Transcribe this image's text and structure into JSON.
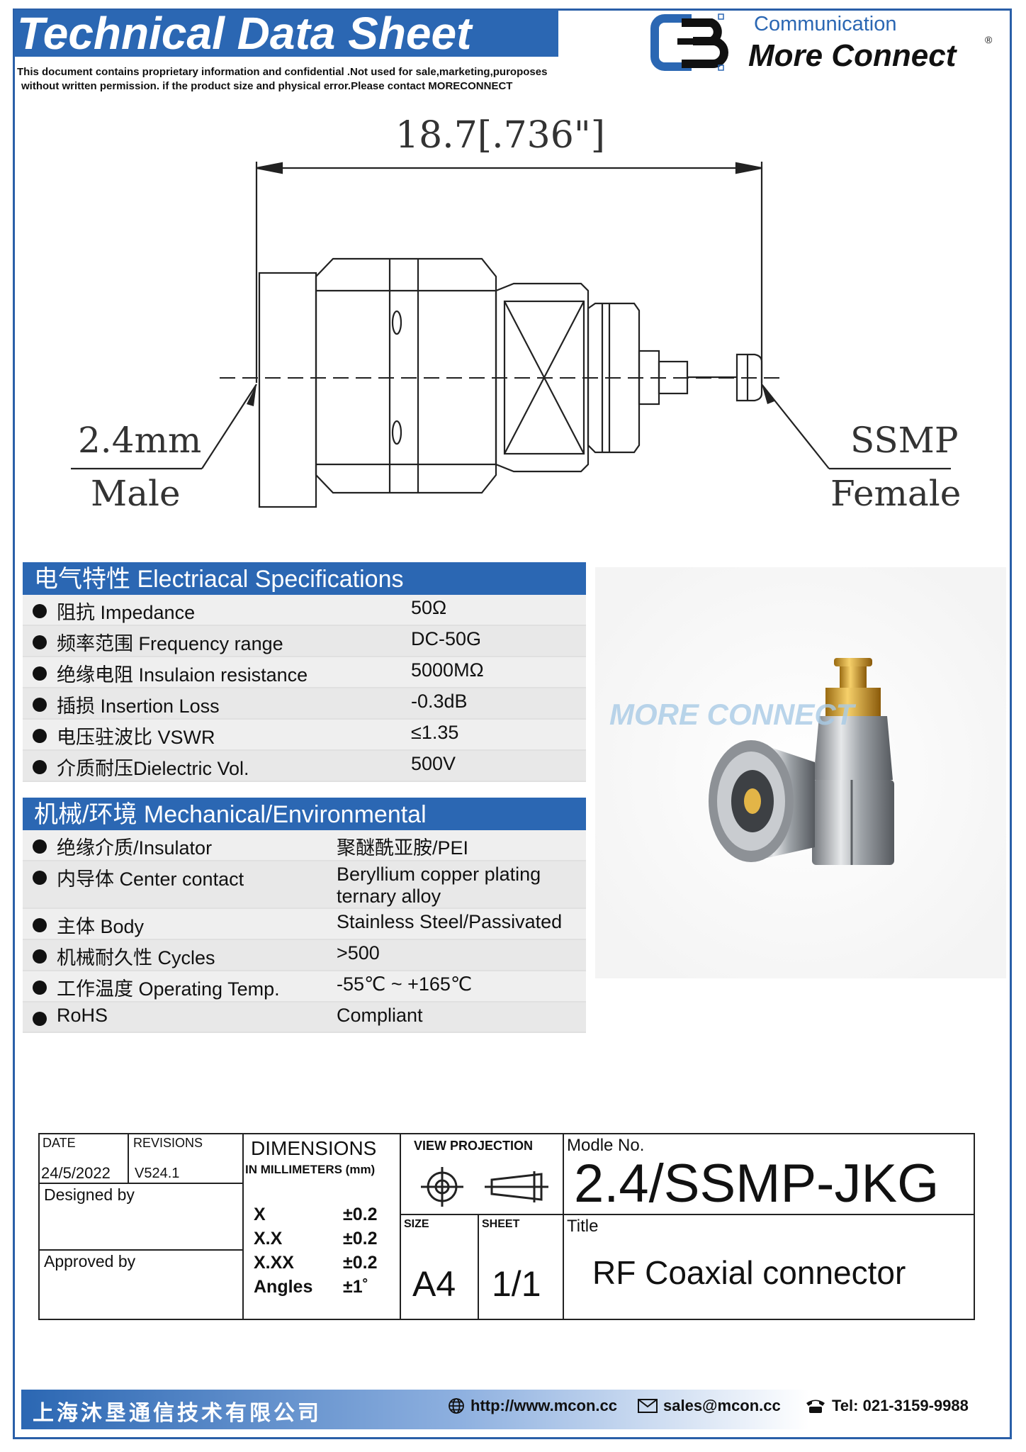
{
  "header": {
    "title": "Technical Data Sheet",
    "disclaimer_line1": "This document contains proprietary information and confidential .Not used for sale,marketing,puroposes",
    "disclaimer_line2": "without written permission. if the product size and physical error.Please contact MORECONNECT",
    "company_sub": "Communication",
    "company_name": "More Connect",
    "registered": "®"
  },
  "drawing": {
    "overall_length": "18.7[.736\"]",
    "left_label_1": "2.4mm",
    "left_label_2": "Male",
    "right_label_1": "SSMP",
    "right_label_2": "Female"
  },
  "electrical": {
    "heading": "电气特性   Electriacal Specifications",
    "rows": [
      {
        "label": "阻抗 Impedance",
        "value": "50Ω"
      },
      {
        "label": "频率范围 Frequency range",
        "value": "DC-50G"
      },
      {
        "label": "绝缘电阻 Insulaion resistance",
        "value": "5000MΩ"
      },
      {
        "label": "插损 Insertion Loss",
        "value": "-0.3dB"
      },
      {
        "label": "电压驻波比 VSWR",
        "value": "≤1.35"
      },
      {
        "label": "介质耐压Dielectric  Vol.",
        "value": "500V"
      }
    ]
  },
  "mechanical": {
    "heading": "机械/环境 Mechanical/Environmental",
    "rows": [
      {
        "label": "绝缘介质/Insulator",
        "value": "聚醚酰亚胺/PEI"
      },
      {
        "label": "内导体 Center contact",
        "value": "Beryllium copper plating",
        "value2": "ternary alloy"
      },
      {
        "label": "主体 Body",
        "value": "Stainless Steel/Passivated"
      },
      {
        "label": "机械耐久性 Cycles",
        "value": ">500"
      },
      {
        "label": "工作温度  Operating Temp.",
        "value": "-55℃ ~ +165℃"
      },
      {
        "label": "RoHS",
        "value": "Compliant"
      }
    ]
  },
  "photo": {
    "watermark": "MORE CONNECT"
  },
  "title_block": {
    "date_label": "DATE",
    "revisions_label": "REVISIONS",
    "date_value": "24/5/2022",
    "revision_value": "V524.1",
    "designed_by_label": "Designed by",
    "approved_by_label": "Approved by",
    "dimensions_label": "DIMENSIONS",
    "units_label": "IN MILLIMETERS (mm)",
    "tolerances": [
      {
        "k": "X",
        "v": "±0.2"
      },
      {
        "k": "X.X",
        "v": "±0.2"
      },
      {
        "k": "X.XX",
        "v": "±0.2"
      },
      {
        "k": "Angles",
        "v": "±1˚"
      }
    ],
    "view_projection_label": "VIEW PROJECTION",
    "size_label": "SIZE",
    "size_value": "A4",
    "sheet_label": "SHEET",
    "sheet_value": "1/1",
    "model_label": "Modle No.",
    "model_value": "2.4/SSMP-JKG",
    "title_label": "Title",
    "title_value": "RF Coaxial  connector"
  },
  "footer": {
    "company_cn": "上海沐垦通信技术有限公司",
    "website": "http://www.mcon.cc",
    "email": "sales@mcon.cc",
    "tel": "Tel: 021-3159-9988"
  }
}
